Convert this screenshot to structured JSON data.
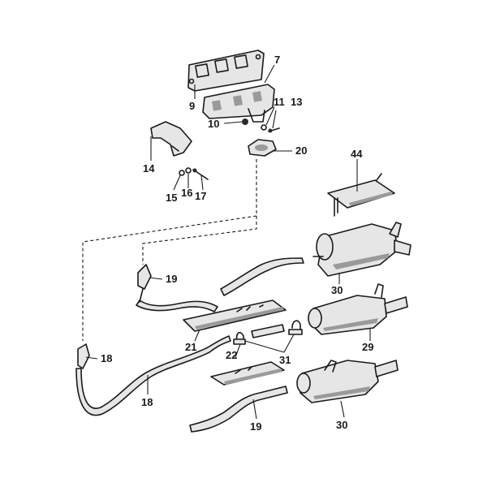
{
  "callouts": {
    "c7": "7",
    "c9": "9",
    "c10": "10",
    "c11": "11",
    "c13": "13",
    "c14": "14",
    "c15": "15",
    "c16": "16",
    "c17": "17",
    "c18a": "18",
    "c18b": "18",
    "c19a": "19",
    "c19b": "19",
    "c20": "20",
    "c21": "21",
    "c22": "22",
    "c29": "29",
    "c30a": "30",
    "c30b": "30",
    "c31": "31",
    "c44": "44"
  }
}
